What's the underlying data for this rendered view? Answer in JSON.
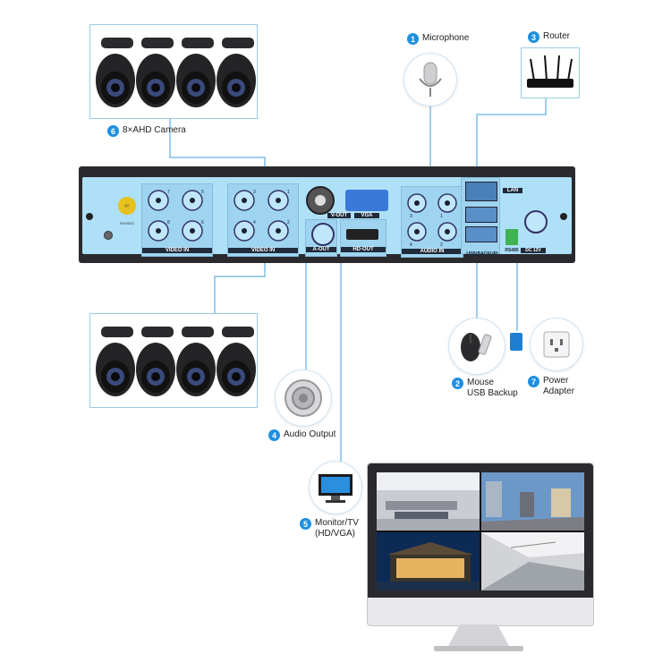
{
  "callouts": {
    "microphone": {
      "num": "1",
      "label": "Microphone"
    },
    "mouse": {
      "num": "2",
      "line1": "Mouse",
      "line2": "USB Backup"
    },
    "router": {
      "num": "3",
      "label": "Router"
    },
    "audio_output": {
      "num": "4",
      "label": "Audio Output"
    },
    "monitor": {
      "num": "5",
      "line1": "Monitor/TV",
      "line2": "(HD/VGA)"
    },
    "camera": {
      "num": "6",
      "label": "8×AHD Camera"
    },
    "power": {
      "num": "7",
      "line1": "Power",
      "line2": "Adapter"
    }
  },
  "dvr": {
    "video_in_left": "VIDEO IN",
    "video_in_right": "VIDEO IN",
    "v_out": "V-OUT",
    "vga": "VGA",
    "a_out": "A-OUT",
    "hd_out": "HD-OUT",
    "audio_in": "AUDIO IN",
    "lan": "LAN",
    "usb_backup": "USB(BACKUP)",
    "rs485": "RS485",
    "dc12v": "DC 12V",
    "passed_sticker": "QC PASSED",
    "bnc_numbers_left": [
      "7",
      "5",
      "8",
      "6"
    ],
    "bnc_numbers_right": [
      "3",
      "1",
      "4",
      "2"
    ],
    "audio_numbers": [
      "3",
      "1",
      "4",
      "2"
    ]
  },
  "colors": {
    "accent": "#1e8fe1",
    "connector_line": "#7fbde6",
    "panel_highlight": "#aee0f8",
    "dvr_body": "#2a2a2e"
  }
}
